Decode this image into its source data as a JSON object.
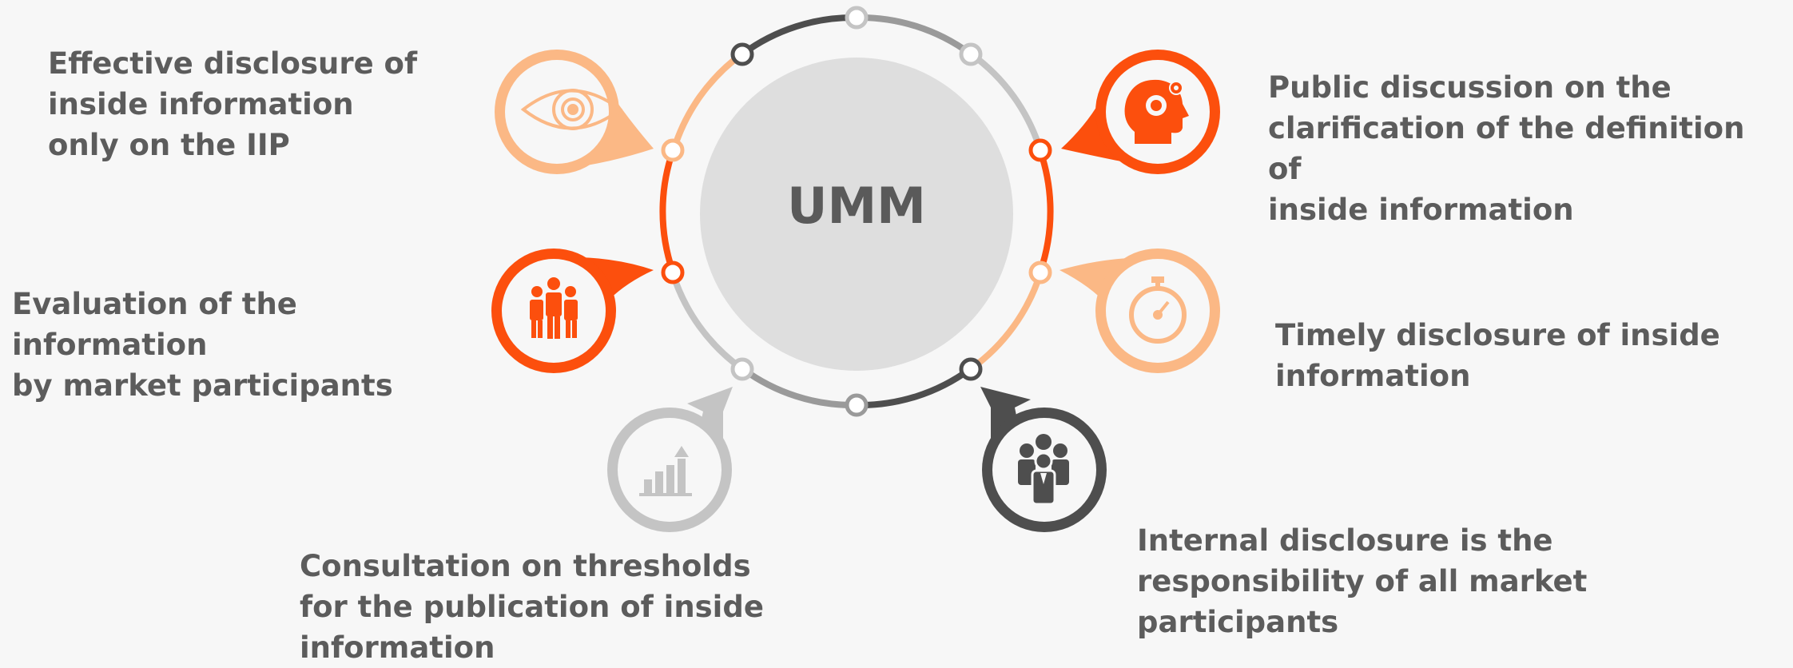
{
  "center": {
    "title": "UMM"
  },
  "colors": {
    "orange": "#fc4f0d",
    "peach": "#fbb885",
    "light_gray": "#c4c4c4",
    "dark_gray": "#4e4e4e",
    "mid_gray": "#9a9a9a",
    "center_fill": "#dedede",
    "text": "#5c5c5c"
  },
  "items": [
    {
      "label": "Effective disclosure of\ninside information\nonly on the IIP",
      "icon": "eye-icon",
      "color": "peach"
    },
    {
      "label": "Public discussion on the\nclarification of the definition of\ninside information",
      "icon": "head-gears-icon",
      "color": "orange"
    },
    {
      "label": "Evaluation of the information\nby market participants",
      "icon": "business-group-icon",
      "color": "orange"
    },
    {
      "label": "Timely disclosure of inside\ninformation",
      "icon": "stopwatch-icon",
      "color": "peach"
    },
    {
      "label": "Consultation on thresholds\nfor the publication of inside\ninformation",
      "icon": "bar-chart-icon",
      "color": "light_gray"
    },
    {
      "label": "Internal disclosure is the\nresponsibility of all market\nparticipants",
      "icon": "team-icon",
      "color": "dark_gray"
    }
  ]
}
